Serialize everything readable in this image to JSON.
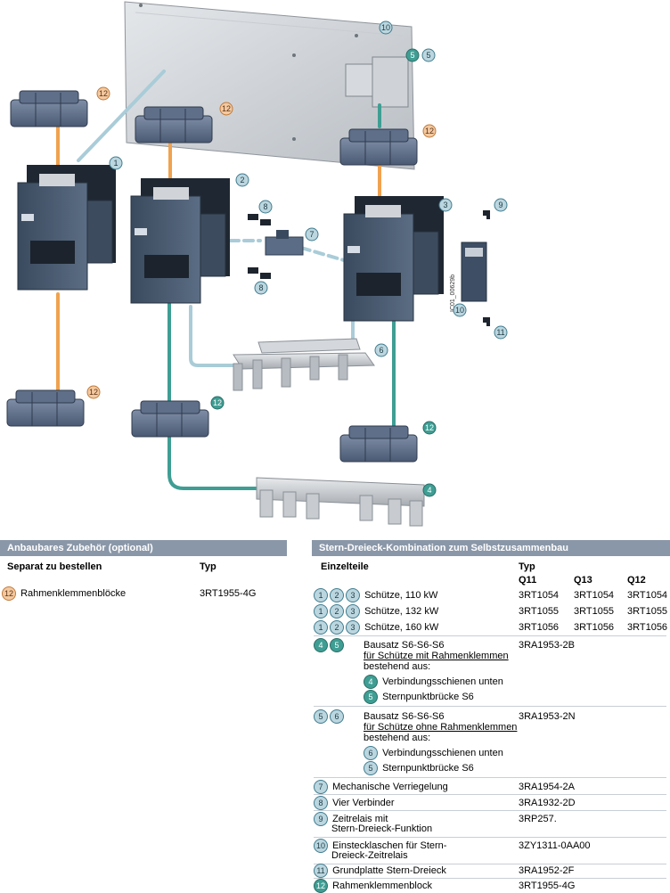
{
  "colors": {
    "orange": "#f0a24f",
    "light_blue": "#a9ccd8",
    "teal": "#3f9e94",
    "panel_header": "#8a97a8"
  },
  "diagram": {
    "figure_code": "IC01_00629b",
    "callouts": [
      "1",
      "2",
      "3",
      "4",
      "5",
      "5",
      "6",
      "7",
      "8",
      "8",
      "9",
      "10",
      "10",
      "11",
      "12",
      "12",
      "12",
      "12",
      "12",
      "12"
    ]
  },
  "left_panel": {
    "title": "Anbaubares Zubehör (optional)",
    "col1": "Separat zu bestellen",
    "col2": "Typ",
    "row": {
      "badge": "12",
      "label": "Rahmenklemmenblöcke",
      "typ": "3RT1955-4G"
    }
  },
  "right_panel": {
    "title": "Stern-Dreieck-Kombination zum Selbstzusammenbau",
    "col1": "Einzelteile",
    "col_typ": "Typ",
    "q11": "Q11",
    "q13": "Q13",
    "q12": "Q12",
    "contactor_rows": [
      {
        "b": [
          "1",
          "2",
          "3"
        ],
        "label": "Schütze, 110 kW",
        "q11": "3RT1054",
        "q13": "3RT1054",
        "q12": "3RT1054"
      },
      {
        "b": [
          "1",
          "2",
          "3"
        ],
        "label": "Schütze, 132 kW",
        "q11": "3RT1055",
        "q13": "3RT1055",
        "q12": "3RT1055"
      },
      {
        "b": [
          "1",
          "2",
          "3"
        ],
        "label": "Schütze, 160 kW",
        "q11": "3RT1056",
        "q13": "3RT1056",
        "q12": "3RT1056"
      }
    ],
    "kit1": {
      "b": [
        "4",
        "5"
      ],
      "title": "Bausatz S6-S6-S6",
      "sub": "für Schütze mit Rahmenklemmen",
      "consisting": "bestehend aus:",
      "typ": "3RA1953-2B",
      "items": [
        {
          "b": "4",
          "label": "Verbindungsschienen unten"
        },
        {
          "b": "5",
          "label": "Sternpunktbrücke S6"
        }
      ]
    },
    "kit2": {
      "b": [
        "5",
        "6"
      ],
      "title": "Bausatz S6-S6-S6",
      "sub": "für Schütze ohne Rahmenklemmen",
      "consisting": "bestehend aus:",
      "typ": "3RA1953-2N",
      "items": [
        {
          "b": "6",
          "label": "Verbindungsschienen unten"
        },
        {
          "b": "5",
          "label": "Sternpunktbrücke S6"
        }
      ]
    },
    "other_rows": [
      {
        "b": "7",
        "label": "Mechanische Verriegelung",
        "typ": "3RA1954-2A"
      },
      {
        "b": "8",
        "label": "Vier Verbinder",
        "typ": "3RA1932-2D"
      },
      {
        "b": "9",
        "label": "Zeitrelais mit",
        "label2": "Stern-Dreieck-Funktion",
        "typ": "3RP257."
      },
      {
        "b": "10",
        "label": "Einstecklaschen für Stern-",
        "label2": "Dreieck-Zeitrelais",
        "typ": "3ZY1311-0AA00"
      },
      {
        "b": "11",
        "label": "Grundplatte Stern-Dreieck",
        "typ": "3RA1952-2F"
      },
      {
        "b": "12",
        "label": "Rahmenklemmenblock",
        "typ": "3RT1955-4G"
      }
    ]
  }
}
